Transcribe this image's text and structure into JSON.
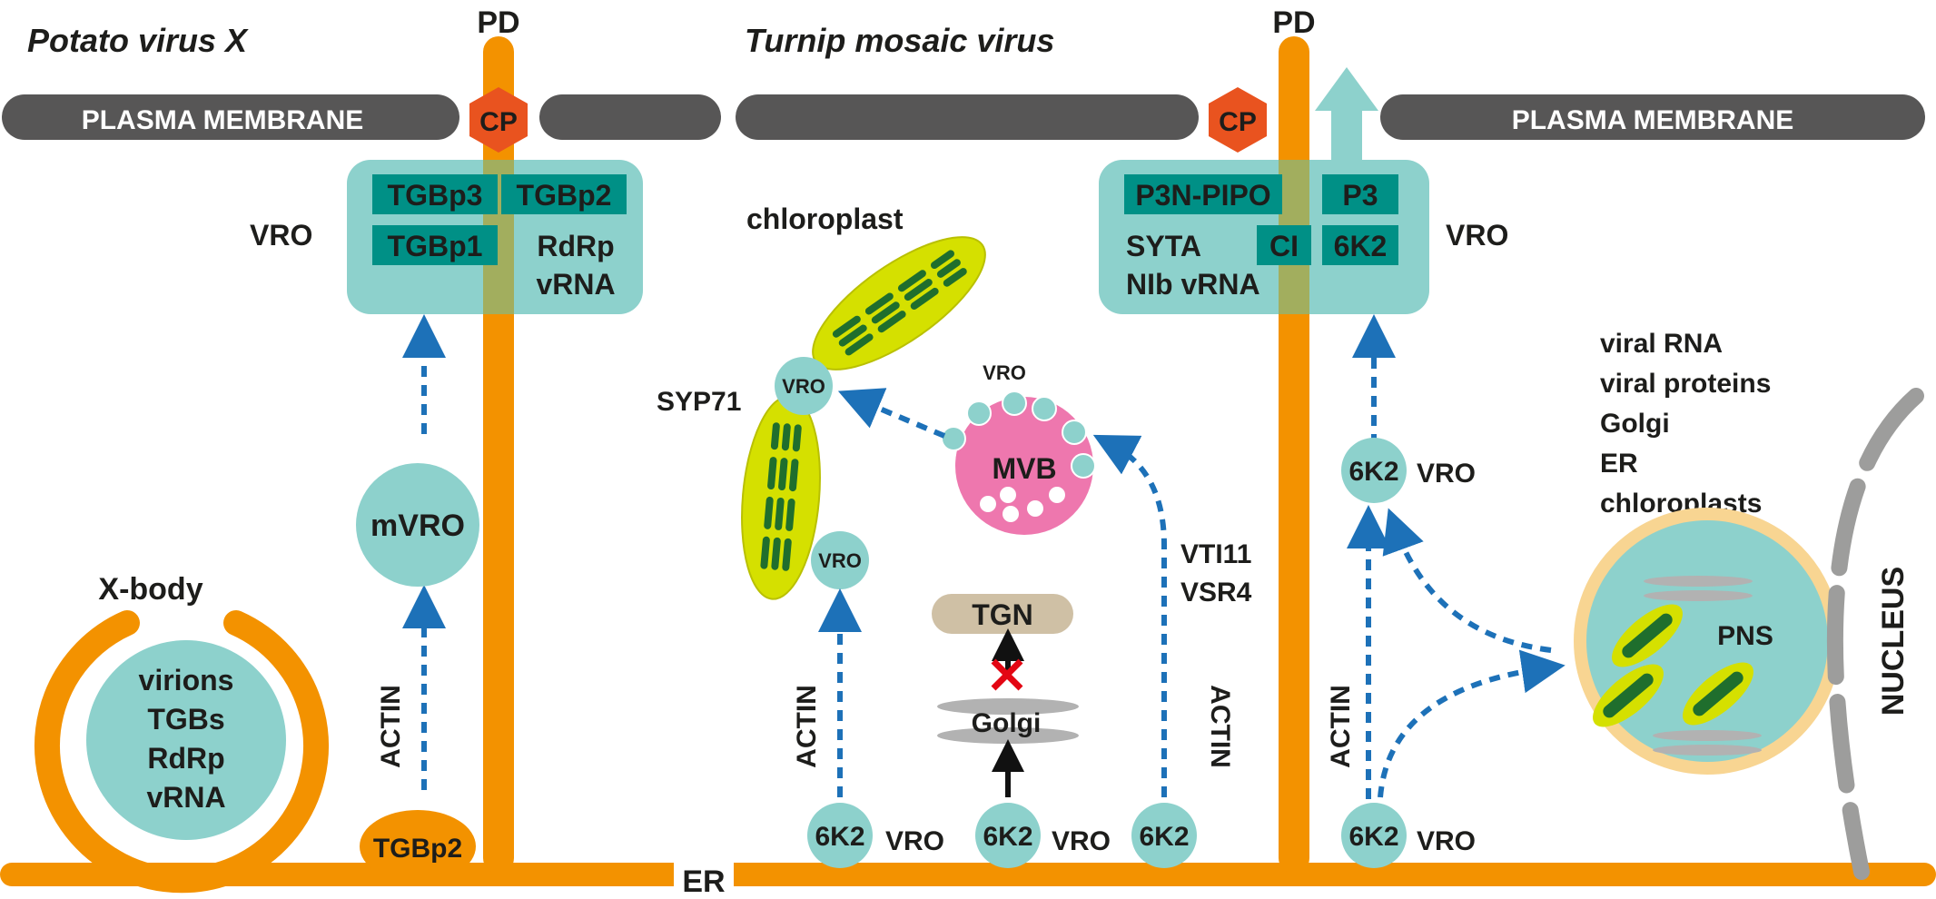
{
  "left_panel": {
    "title": "Potato virus X",
    "pd_label": "PD",
    "membrane_label": "PLASMA MEMBRANE",
    "cp_label": "CP",
    "vro_label": "VRO",
    "vro_box": {
      "proteins": [
        "TGBp3",
        "TGBp2",
        "TGBp1"
      ],
      "text": [
        "RdRp",
        "vRNA"
      ]
    },
    "mvro_label": "mVRO",
    "actin_label": "ACTIN",
    "tgbp2_label": "TGBp2",
    "xbody": {
      "title": "X-body",
      "contents": [
        "virions",
        "TGBs",
        "RdRp",
        "vRNA"
      ]
    }
  },
  "er_label": "ER",
  "right_panel": {
    "title": "Turnip mosaic virus",
    "pd_label": "PD",
    "cp_label": "CP",
    "membrane_label": "PLASMA MEMBRANE",
    "vro_label": "VRO",
    "vro_box": {
      "proteins": [
        "P3N-PIPO",
        "P3",
        "CI",
        "6K2"
      ],
      "text": [
        "SYTA",
        "NIb vRNA"
      ]
    },
    "chloroplast_label": "chloroplast",
    "syp71_label": "SYP71",
    "small_vro": "VRO",
    "mvb": {
      "label": "MVB",
      "vro": "VRO"
    },
    "tgn_label": "TGN",
    "golgi_label": "Golgi",
    "vti_labels": [
      "VTI11",
      "VSR4"
    ],
    "actin_label": "ACTIN",
    "er_sites": [
      "6K2",
      "6K2",
      "6K2",
      "6K2"
    ],
    "er_vro_labels": [
      "VRO",
      "VRO",
      "VRO"
    ],
    "upper_6k2": {
      "k2": "6K2",
      "vro": "VRO"
    },
    "pns_list": [
      "viral RNA",
      "viral proteins",
      "Golgi",
      "ER",
      "chloroplasts"
    ],
    "pns_label": "PNS",
    "nucleus_label": "NUCLEUS"
  },
  "colors": {
    "orange": "#F39200",
    "membrane": "#575656",
    "teal": "#8DD1CC",
    "teal_dark": "#009086",
    "cp": "#E9531F",
    "arrow_blue": "#1D71B8",
    "mvb_pink": "#EE77AE",
    "chloro_yellow": "#D5E000",
    "chloro_green": "#1F6E2D",
    "tgn": "#CFC0A5",
    "golgi": "#B2B2B2",
    "pns_ring": "#F8D592",
    "nucleus_grey": "#9D9D9C",
    "red": "#E30613"
  }
}
